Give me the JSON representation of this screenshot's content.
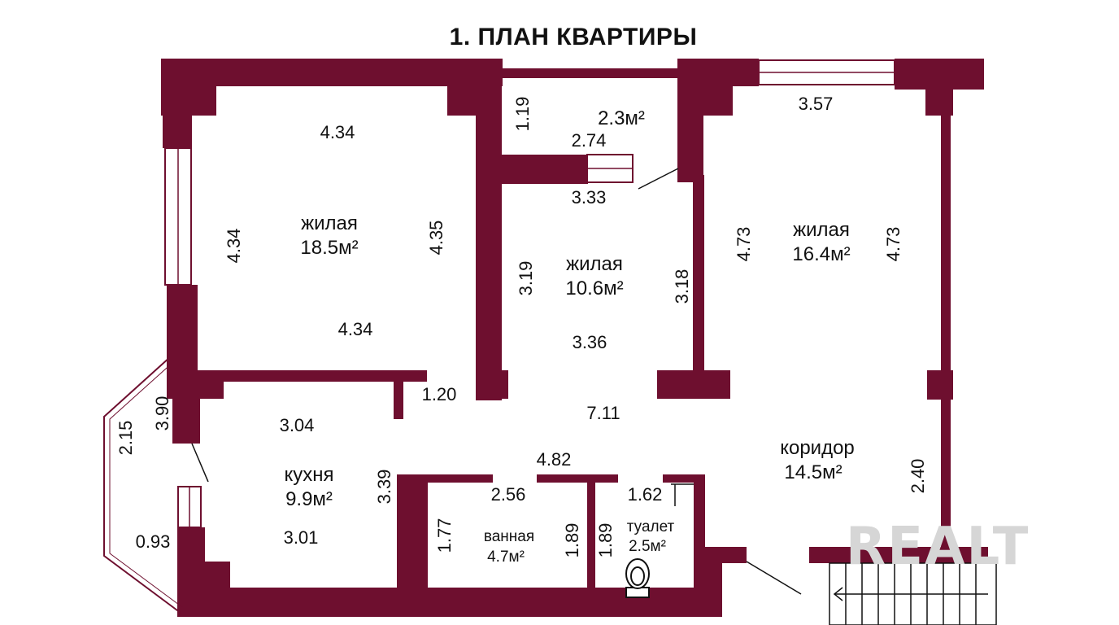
{
  "title": "1. ПЛАН КВАРТИРЫ",
  "colors": {
    "wall": "#6e0f2f",
    "text": "#111111",
    "watermark": "#d6d6d6"
  },
  "rooms": {
    "living1": {
      "name": "жилая",
      "area": "18.5м²"
    },
    "living2": {
      "name": "жилая",
      "area": "10.6м²"
    },
    "living3": {
      "name": "жилая",
      "area": "16.4м²"
    },
    "storage": {
      "area": "2.3м²"
    },
    "kitchen": {
      "name": "кухня",
      "area": "9.9м²"
    },
    "corridor": {
      "name": "коридор",
      "area": "14.5м²"
    },
    "bathroom": {
      "name": "ванная",
      "area": "4.7м²"
    },
    "toilet": {
      "name": "туалет",
      "area": "2.5м²"
    }
  },
  "dimensions": {
    "living1_top": "4.34",
    "living1_left": "4.34",
    "living1_right": "4.35",
    "living1_bottom": "4.34",
    "storage_height": "1.19",
    "storage_width": "2.74",
    "living2_top": "3.33",
    "living2_left": "3.19",
    "living2_right": "3.18",
    "living2_bottom": "3.36",
    "living3_top": "3.57",
    "living3_left": "4.73",
    "living3_right": "4.73",
    "wall_stub": "1.20",
    "corridor_length": "7.11",
    "corridor_inner": "4.82",
    "corridor_right": "2.40",
    "balcony_inner": "3.90",
    "balcony_outer": "2.15",
    "balcony_end": "0.93",
    "kitchen_top": "3.04",
    "kitchen_right": "3.39",
    "kitchen_bottom": "3.01",
    "bath_top": "2.56",
    "bath_left": "1.77",
    "bath_right": "1.89",
    "toilet_left": "1.89",
    "toilet_top": "1.62"
  },
  "watermark": "REALT"
}
